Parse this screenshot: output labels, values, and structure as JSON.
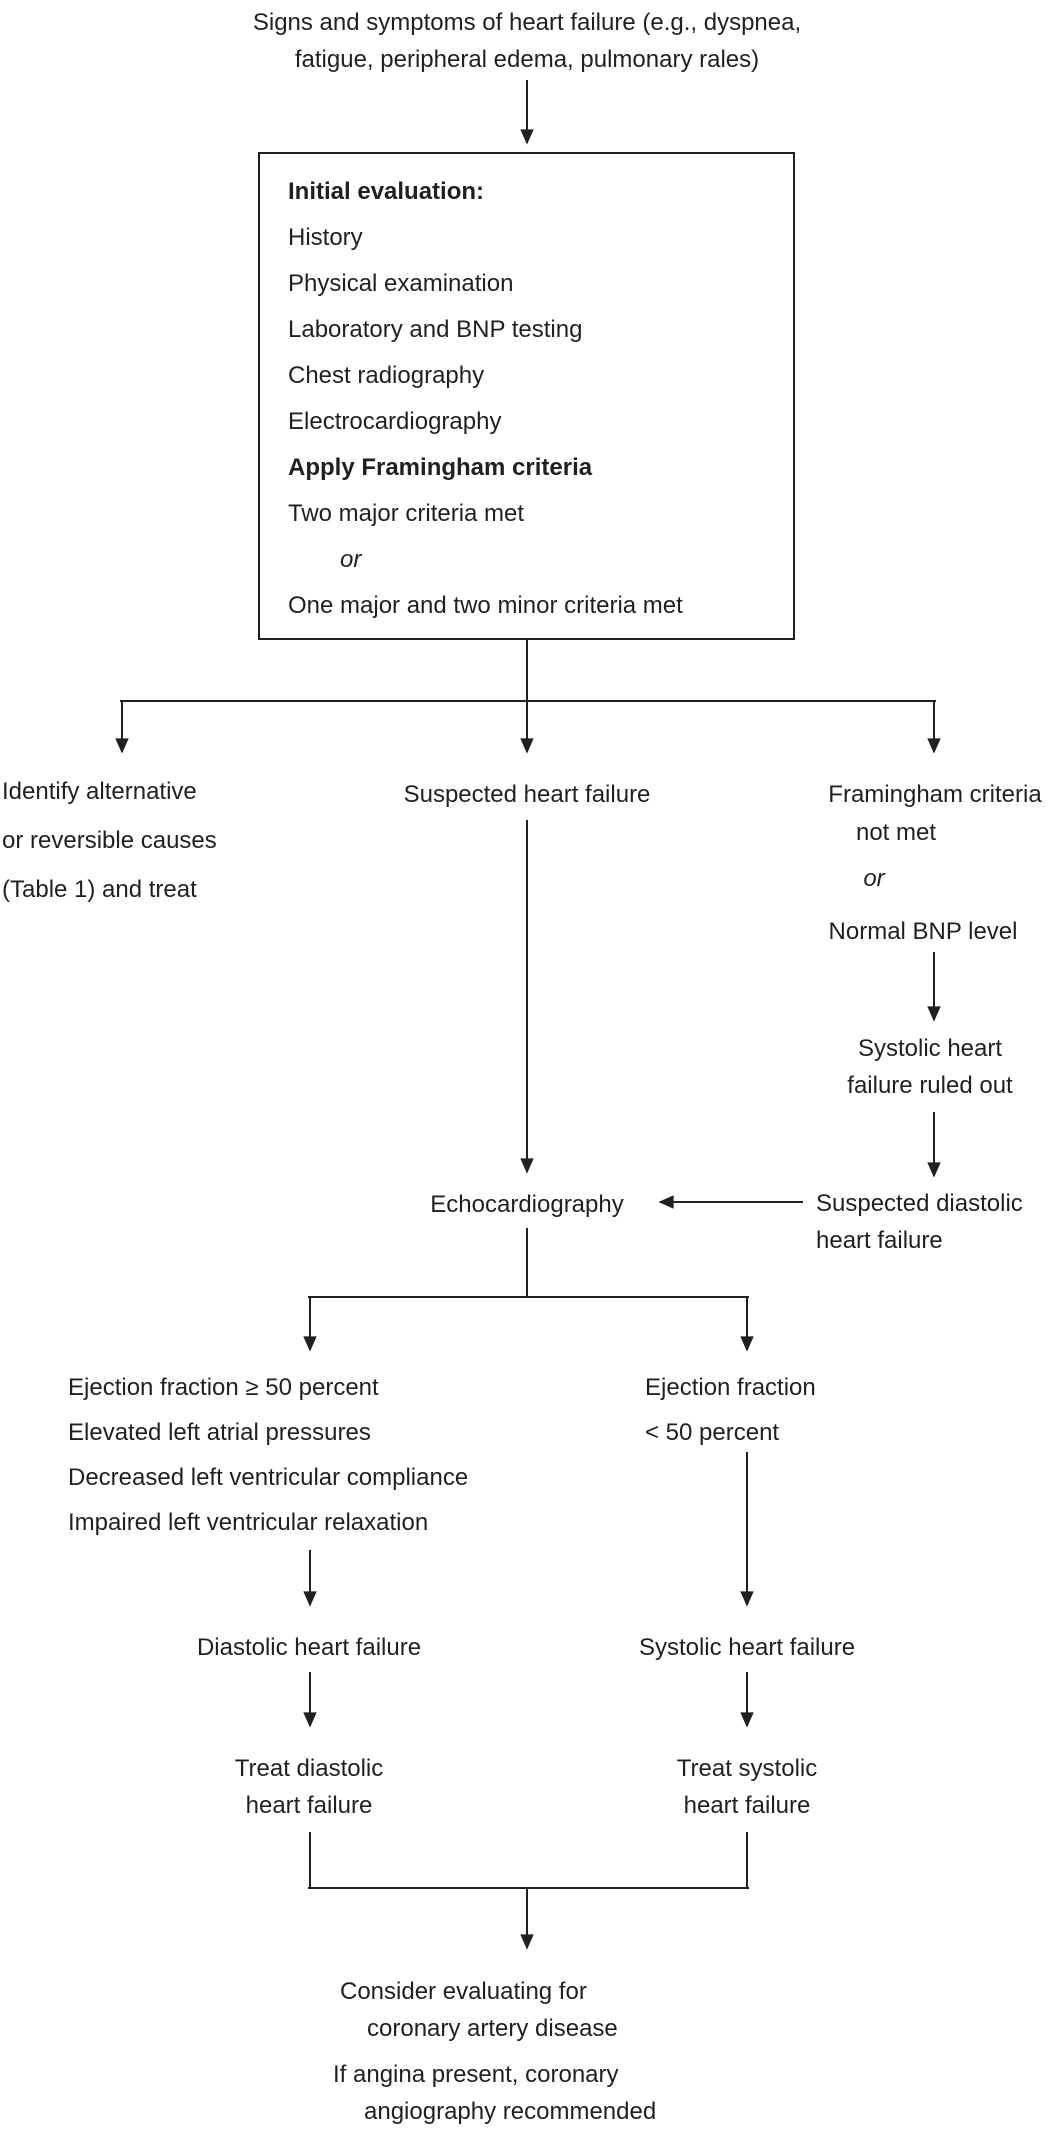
{
  "figure": {
    "start": {
      "line1": "Signs and symptoms of heart failure (e.g., dyspnea,",
      "line2": "fatigue, peripheral edema, pulmonary rales)"
    },
    "initial_evaluation": {
      "heading": "Initial evaluation:",
      "items": [
        "History",
        "Physical examination",
        "Laboratory and BNP testing",
        "Chest radiography",
        "Electrocardiography"
      ],
      "framingham_heading": "Apply Framingham criteria",
      "criteria_a": "Two major criteria met",
      "or_label": "or",
      "criteria_b": "One major and two minor criteria met"
    },
    "alternative_causes": {
      "line1": "Identify alternative",
      "line2": "or reversible causes",
      "line3": "(Table 1) and treat"
    },
    "suspected_hf": "Suspected heart failure",
    "criteria_not_met": {
      "line1": "Framingham criteria",
      "line2": "not met",
      "or_label": "or",
      "line3": "Normal BNP level"
    },
    "systolic_ruled_out": {
      "line1": "Systolic heart",
      "line2": "failure ruled out"
    },
    "suspected_diastolic": {
      "line1": "Suspected diastolic",
      "line2": "heart failure"
    },
    "echocardiography": "Echocardiography",
    "diastolic_findings": [
      "Ejection fraction ≥ 50 percent",
      "Elevated left atrial pressures",
      "Decreased left ventricular compliance",
      "Impaired left ventricular relaxation"
    ],
    "low_ef": {
      "line1": "Ejection fraction",
      "line2": "< 50 percent"
    },
    "diastolic_hf": "Diastolic heart failure",
    "systolic_hf": "Systolic heart failure",
    "treat_diastolic": {
      "line1": "Treat diastolic",
      "line2": "heart failure"
    },
    "treat_systolic": {
      "line1": "Treat systolic",
      "line2": "heart failure"
    },
    "footer": {
      "line1": "Consider evaluating for",
      "line2": "coronary artery disease",
      "line3": "If angina present, coronary",
      "line4": "angiography recommended"
    }
  },
  "colors": {
    "text": "#231f20",
    "line": "#231f20",
    "background": "#ffffff"
  }
}
